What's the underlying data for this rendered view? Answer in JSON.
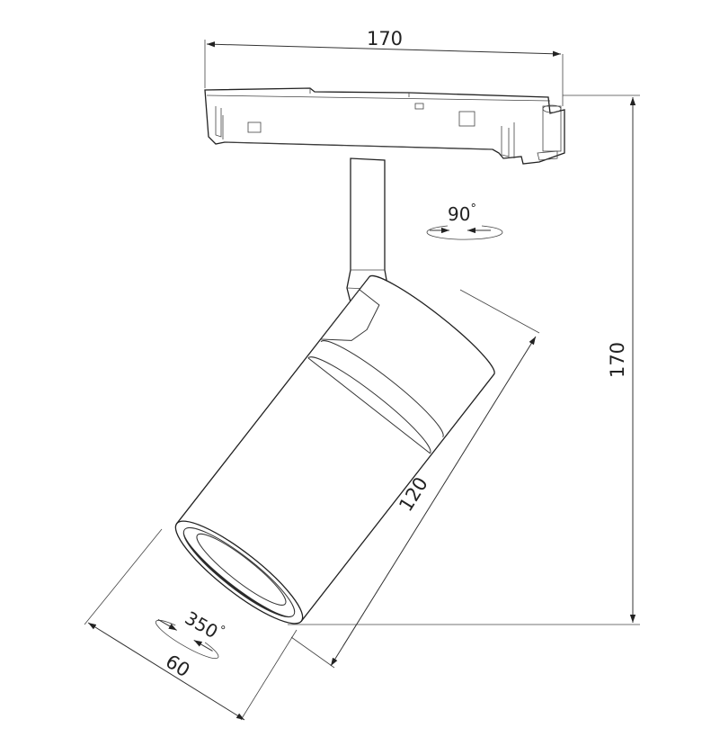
{
  "dimensions": {
    "track_width": "170",
    "total_height": "170",
    "body_length": "120",
    "diameter": "60"
  },
  "rotations": {
    "tilt": "90",
    "swivel": "350",
    "degree_symbol": "°"
  },
  "colors": {
    "line": "#222222",
    "background": "#ffffff"
  }
}
